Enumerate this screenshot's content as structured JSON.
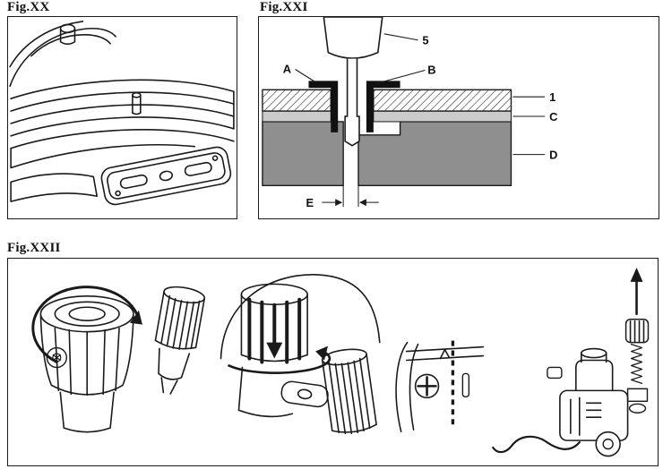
{
  "figures": {
    "xx": {
      "label": "Fig.XX"
    },
    "xxi": {
      "label": "Fig.XXI",
      "callouts": {
        "five": "5",
        "a": "A",
        "b": "B",
        "one": "1",
        "c": "C",
        "d": "D",
        "e": "E"
      }
    },
    "xxii": {
      "label": "Fig.XXII"
    }
  },
  "colors": {
    "line": "#1a1a1a",
    "workpiece_gray": "#8f8f8f",
    "layer_c_gray": "#cbcbcb"
  }
}
